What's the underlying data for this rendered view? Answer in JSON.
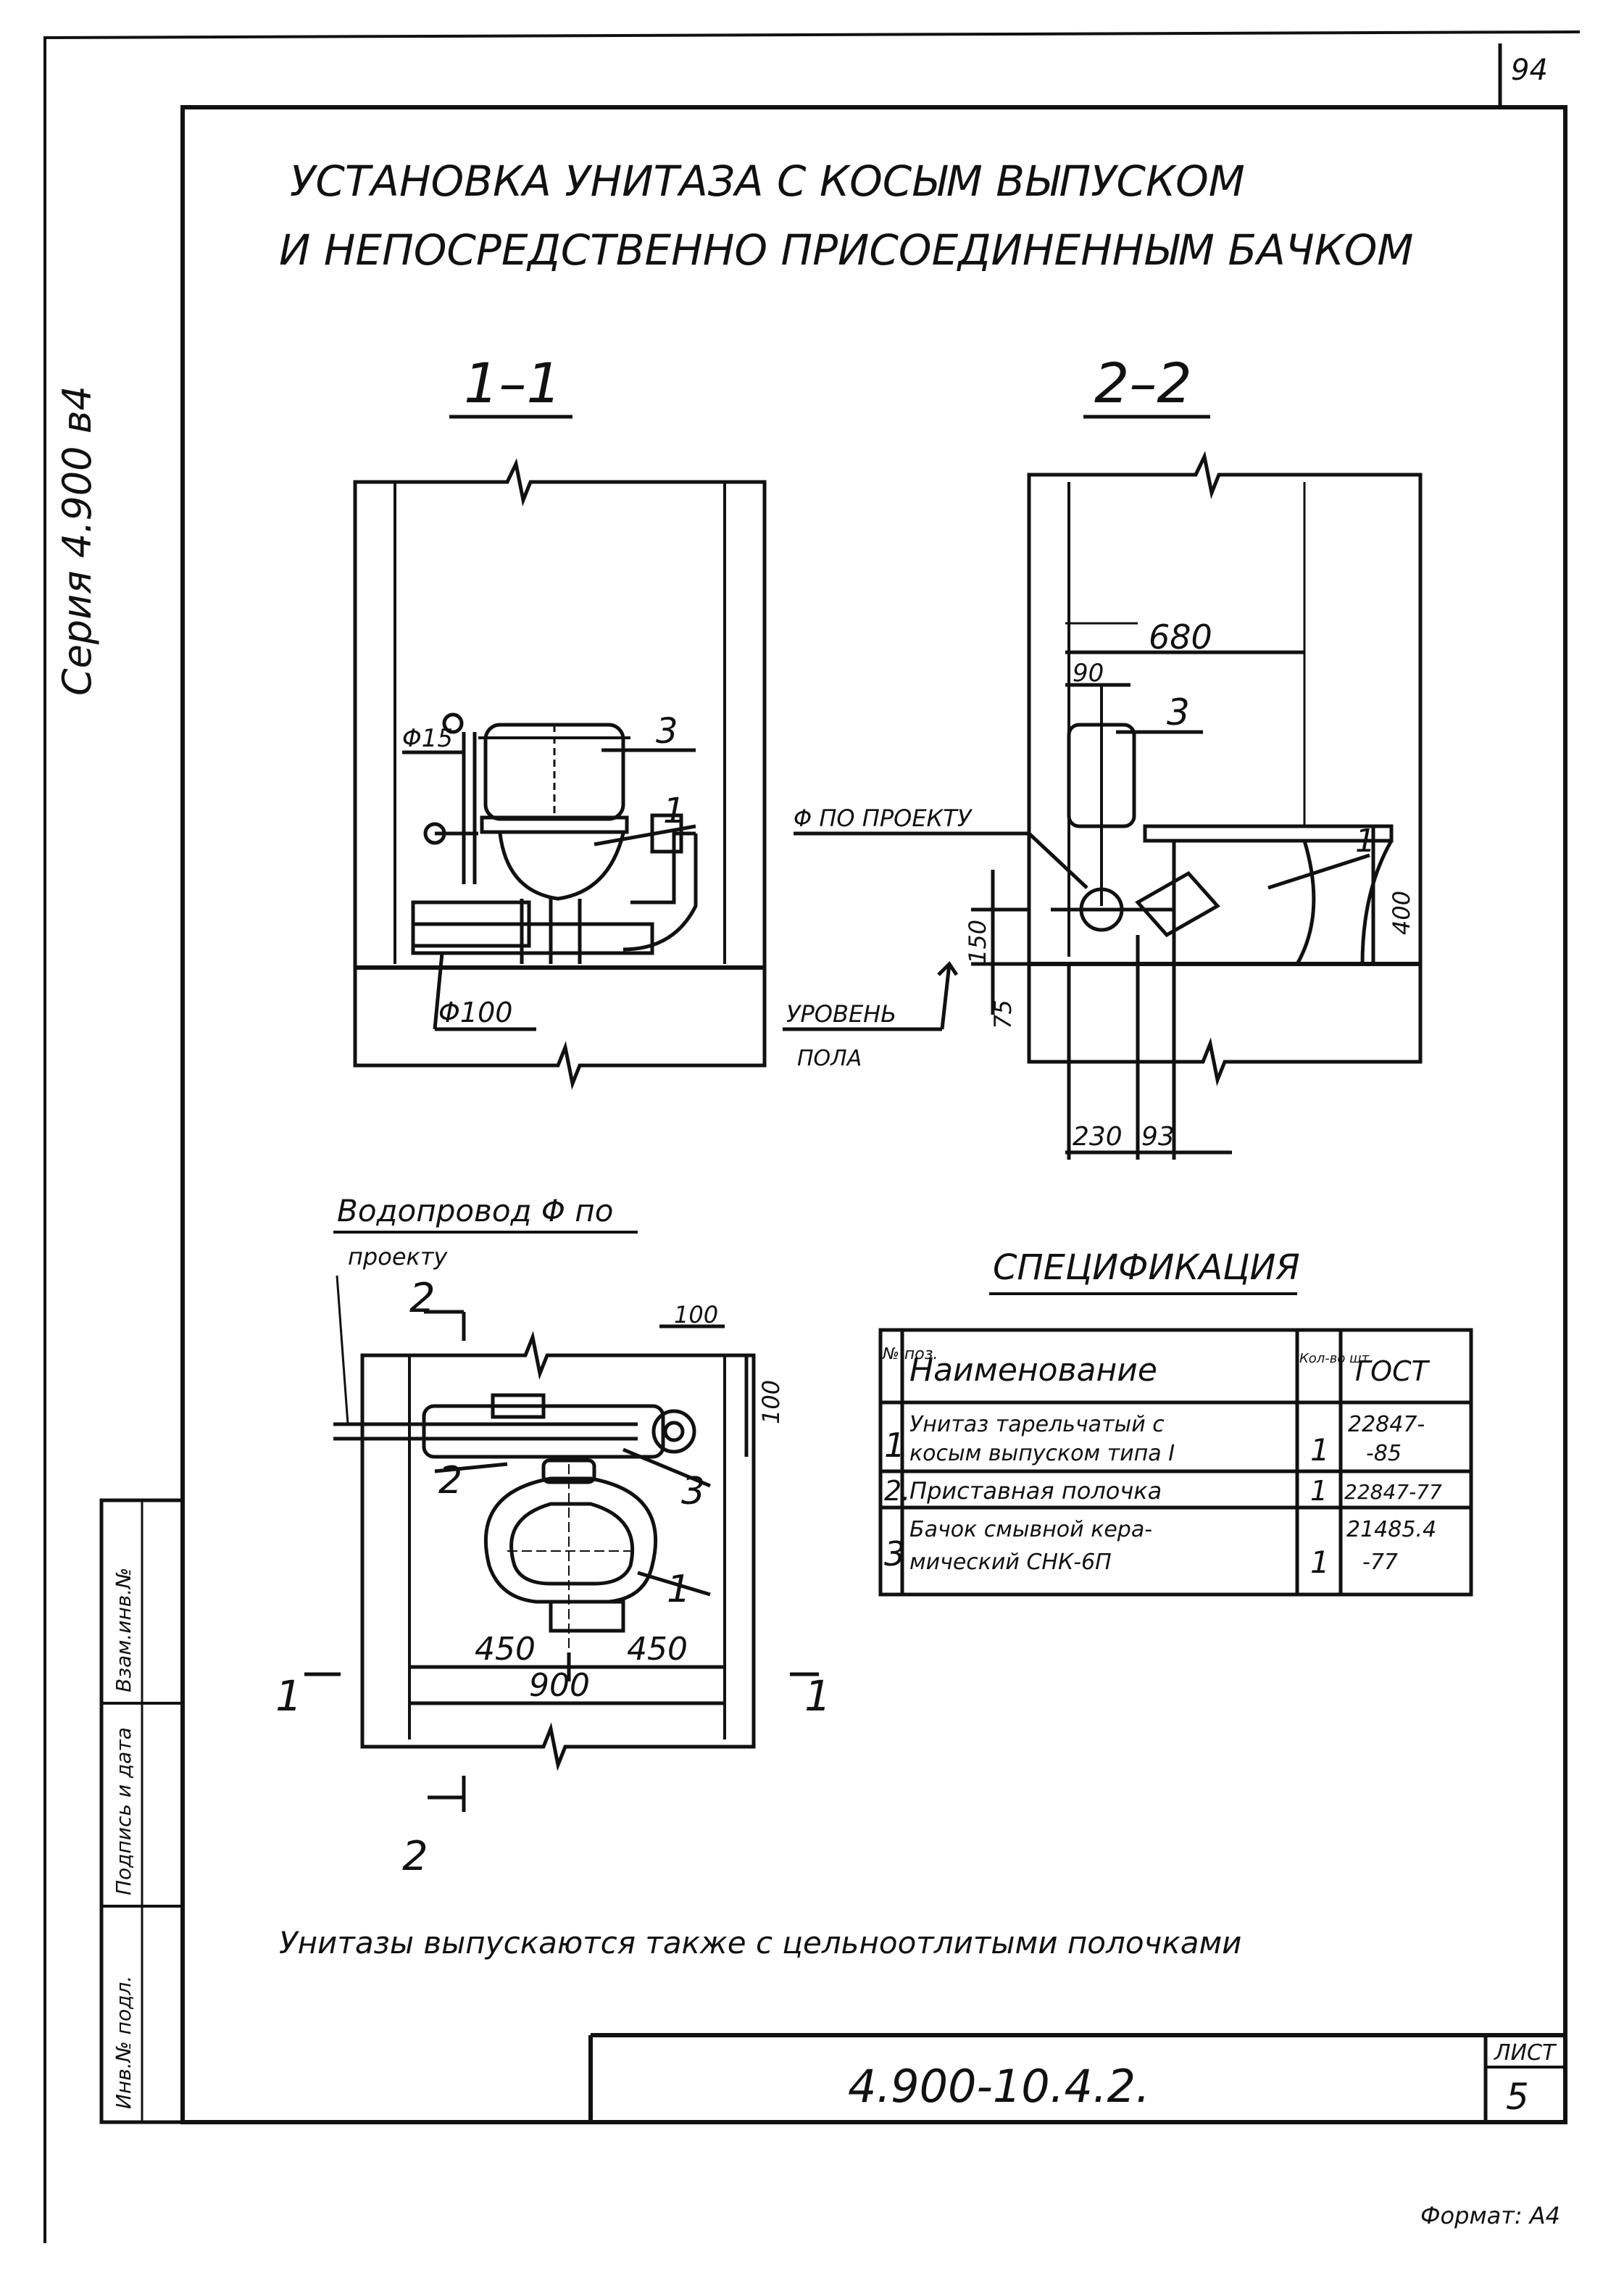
{
  "sheet": {
    "page_number": "94",
    "series_label": "Серия 4.900 в4",
    "doc_code": "4.900-10.4.2.",
    "sheet_label": "ЛИСТ",
    "sheet_number": "5",
    "format_label": "Формат: А4",
    "side_stamp": [
      "Инв.№ подл.",
      "Подпись и дата",
      "Взам.инв.№"
    ]
  },
  "title": {
    "line1": "УСТАНОВКА УНИТАЗА С КОСЫМ ВЫПУСКОМ",
    "line2": "И НЕПОСРЕДСТВЕННО ПРИСОЕДИНЕННЫМ БАЧКОМ"
  },
  "section_1_1": {
    "label": "1–1",
    "pipe_water": "Φ15",
    "pipe_sewer": "Φ100",
    "pos_3": "3",
    "pos_1": "1"
  },
  "section_2_2": {
    "label": "2–2",
    "dim_top": "680",
    "dim_90": "90",
    "pos_3": "3",
    "pos_1": "1",
    "pipe_note": "Φ ПО ПРОЕКТУ",
    "dim_150": "150",
    "dim_75": "75",
    "dim_400": "400",
    "dim_230": "230",
    "dim_93": "93",
    "floor_level_1": "УРОВЕНЬ",
    "floor_level_2": "ПОЛА"
  },
  "plan": {
    "water_line_1": "Водопровод Φ по",
    "water_line_2": "проекту",
    "cut_2_top": "2",
    "cut_2_bottom": "2",
    "dim_100_h": "100",
    "dim_100_v": "100",
    "pos_2": "2",
    "pos_3": "3",
    "pos_1": "1",
    "dim_450_left": "450",
    "dim_450_right": "450",
    "dim_900": "900",
    "cut_1_left": "1",
    "cut_1_right": "1"
  },
  "specification": {
    "title": "СПЕЦИФИКАЦИЯ",
    "headers": [
      "№ поз.",
      "Наименование",
      "Кол-во шт.",
      "ГОСТ"
    ],
    "rows": [
      {
        "pos": "1",
        "name_1": "Унитаз тарельчатый с",
        "name_2": "косым выпуском типа I",
        "qty": "1",
        "gost_1": "22847-",
        "gost_2": "-85"
      },
      {
        "pos": "2.",
        "name_1": "Приставная полочка",
        "name_2": "",
        "qty": "1",
        "gost_1": "22847-77",
        "gost_2": ""
      },
      {
        "pos": "3",
        "name_1": "Бачок смывной кера-",
        "name_2": "мический СНК-6П",
        "qty": "1",
        "gost_1": "21485.4",
        "gost_2": "-77"
      }
    ]
  },
  "note": "Унитазы выпускаются также с цельноотлитыми полочками"
}
